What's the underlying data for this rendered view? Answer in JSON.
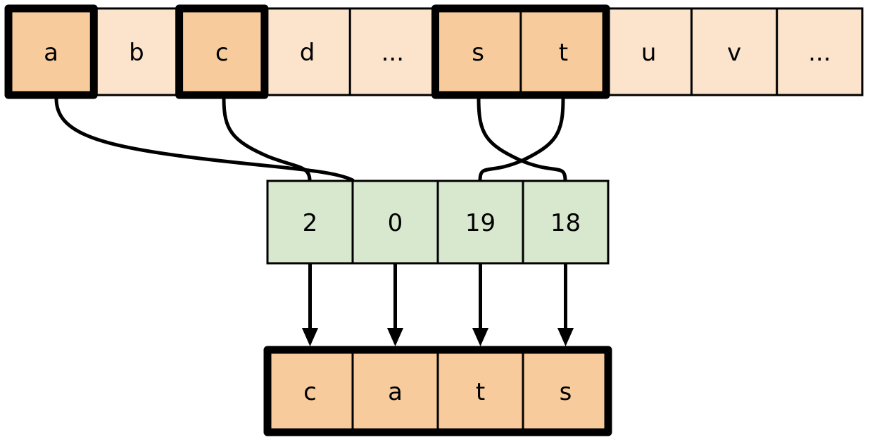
{
  "diagram": {
    "title": "String indexing into alphabet array producing the word cats",
    "colors": {
      "cell_highlight_fill": "#F7CB9B",
      "cell_plain_fill": "#FBE3CC",
      "index_cell_fill": "#D8E8CE",
      "result_cell_fill": "#F7CB9B",
      "stroke": "#000000",
      "background": "#FFFFFF"
    },
    "alphabet_row": {
      "name": "alphabet-array",
      "cells": [
        {
          "label": "a",
          "highlighted": true,
          "selected_box": true
        },
        {
          "label": "b",
          "highlighted": false,
          "selected_box": false
        },
        {
          "label": "c",
          "highlighted": true,
          "selected_box": true
        },
        {
          "label": "d",
          "highlighted": false,
          "selected_box": false
        },
        {
          "label": "...",
          "highlighted": false,
          "selected_box": false
        },
        {
          "label": "s",
          "highlighted": true,
          "selected_box": true
        },
        {
          "label": "t",
          "highlighted": true,
          "selected_box": true
        },
        {
          "label": "u",
          "highlighted": false,
          "selected_box": false
        },
        {
          "label": "v",
          "highlighted": false,
          "selected_box": false
        },
        {
          "label": "...",
          "highlighted": false,
          "selected_box": false
        }
      ]
    },
    "index_row": {
      "name": "index-array",
      "cells": [
        {
          "label": "2"
        },
        {
          "label": "0"
        },
        {
          "label": "19"
        },
        {
          "label": "18"
        }
      ]
    },
    "result_row": {
      "name": "result-array",
      "cells": [
        {
          "label": "c"
        },
        {
          "label": "a"
        },
        {
          "label": "t"
        },
        {
          "label": "s"
        }
      ]
    },
    "connectors": [
      {
        "name": "connector-a-to-index-1",
        "from_letter": "a",
        "from_cell": 0,
        "to_index_cell": 1,
        "to_value": "0"
      },
      {
        "name": "connector-c-to-index-0",
        "from_letter": "c",
        "from_cell": 2,
        "to_index_cell": 0,
        "to_value": "2"
      },
      {
        "name": "connector-s-to-index-3",
        "from_letter": "s",
        "from_cell": 5,
        "to_index_cell": 3,
        "to_value": "18"
      },
      {
        "name": "connector-t-to-index-2",
        "from_letter": "t",
        "from_cell": 6,
        "to_index_cell": 2,
        "to_value": "19"
      }
    ],
    "arrows": [
      {
        "name": "arrow-index-0-to-result-0",
        "from_value": "2",
        "to_letter": "c"
      },
      {
        "name": "arrow-index-1-to-result-1",
        "from_value": "0",
        "to_letter": "a"
      },
      {
        "name": "arrow-index-2-to-result-2",
        "from_value": "19",
        "to_letter": "t"
      },
      {
        "name": "arrow-index-3-to-result-3",
        "from_value": "18",
        "to_letter": "s"
      }
    ]
  }
}
